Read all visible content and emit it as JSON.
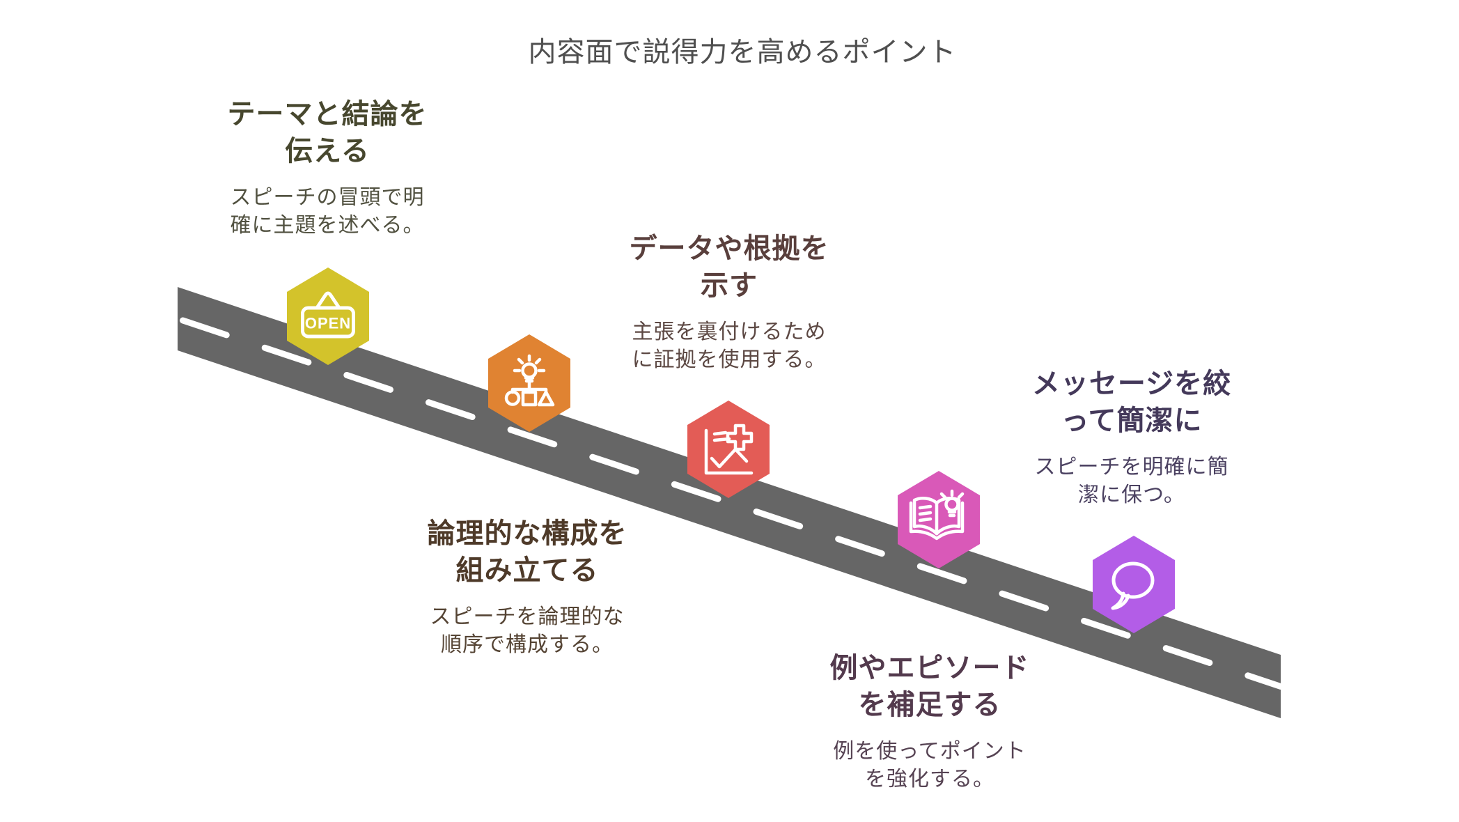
{
  "title": {
    "text": "内容面で説得力を高めるポイント",
    "color": "#4f4f4f"
  },
  "road": {
    "color": "#666666",
    "dash_color": "#ffffff"
  },
  "items": [
    {
      "heading": "テーマと結論を\n伝える",
      "description": "スピーチの冒頭で明\n確に主題を述べる。",
      "color": "#d3c32b",
      "heading_color": "#47472e",
      "desc_color": "#515140",
      "icon": "open-sign-icon",
      "icon_label": "OPEN"
    },
    {
      "heading": "論理的な構成を\n組み立てる",
      "description": "スピーチを論理的な\n順序で構成する。",
      "color": "#e08332",
      "heading_color": "#4e3a29",
      "desc_color": "#554434",
      "icon": "idea-structure-icon"
    },
    {
      "heading": "データや根拠を\n示す",
      "description": "主張を裏付けるため\nに証拠を使用する。",
      "color": "#e35c56",
      "heading_color": "#593f3c",
      "desc_color": "#5c4843",
      "icon": "chart-plus-icon"
    },
    {
      "heading": "例やエピソード\nを補足する",
      "description": "例を使ってポイント\nを強化する。",
      "color": "#d959b8",
      "heading_color": "#533a4d",
      "desc_color": "#564353",
      "icon": "book-idea-icon"
    },
    {
      "heading": "メッセージを絞\nって簡潔に",
      "description": "スピーチを明確に簡\n潔に保つ。",
      "color": "#b35de7",
      "heading_color": "#44395a",
      "desc_color": "#4b4161",
      "icon": "speech-bubble-icon"
    }
  ]
}
